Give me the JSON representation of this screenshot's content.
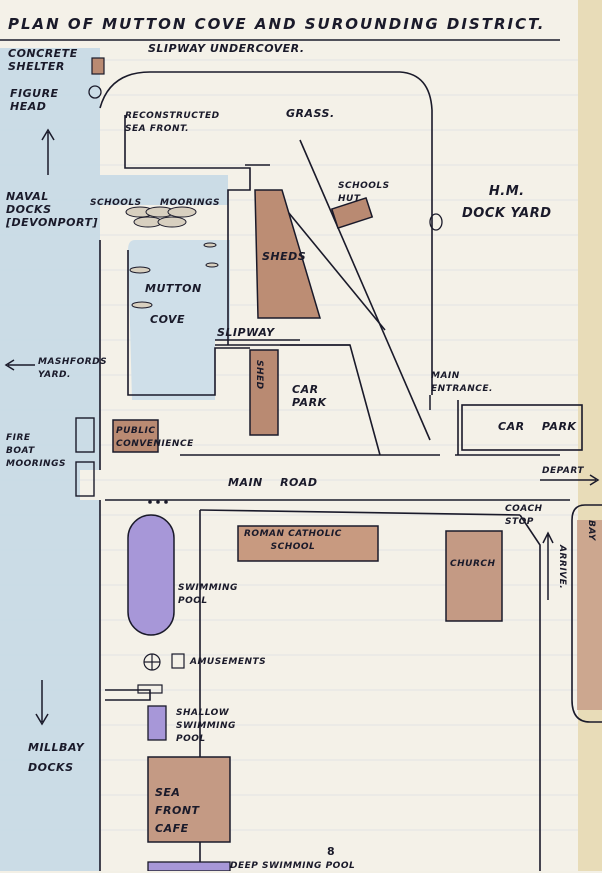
{
  "title": "PLAN OF MUTTON COVE AND SUROUNDING DISTRICT.",
  "page_number": "8",
  "labels": {
    "slipway_undercover": "SLIPWAY UNDERCOVER.",
    "concrete_shelter": "CONCRETE\nSHELTER",
    "figure_head": "FIGURE\nHEAD",
    "reconstructed_sea_front": "RECONSTRUCTED\nSEA FRONT.",
    "grass": "GRASS.",
    "naval_docks": "NAVAL\nDOCKS\n[DEVONPORT]",
    "schools": "SCHOOLS",
    "moorings": "MOORINGS",
    "schools_hut": "SCHOOLS\nHUT",
    "hm_dock_yard": "H.M.\nDOCK YARD",
    "sheds": "SHEDS",
    "mutton": "MUTTON",
    "cove": "COVE",
    "slipway": "SLIPWAY",
    "mashfords_yard": "MASHFORDS\nYARD.",
    "shed": "SHED",
    "car_park_1": "CAR\nPARK",
    "main_entrance": "MAIN\nENTRANCE.",
    "car_park_2": "CAR    PARK",
    "fire_boat_moorings": "FIRE\nBOAT\nMOORINGS",
    "public_convenience": "PUBLIC\nCONVENIENCE",
    "main_road": "MAIN    ROAD",
    "depart": "DEPART",
    "coach_stop": "COACH\nSTOP",
    "roman_catholic_school": "ROMAN CATHOLIC\nSCHOOL",
    "church": "CHURCH",
    "arrive": "ARRIVE.",
    "loading_bay": "LOADING\nBAY",
    "swimming_pool": "SWIMMING\nPOOL",
    "amusements": "AMUSEMENTS",
    "shallow_swimming_pool": "SHALLOW\nSWIMMING\nPOOL",
    "millbay_docks": "MILLBAY\nDOCKS",
    "sea_front_cafe": "SEA\nFRONT\nCAFE",
    "deep_swimming_pool": "DEEP SWIMMING POOL"
  },
  "colors": {
    "paper": "#f3f0e6",
    "water": "#c9dbe6",
    "building_brown": "#b98a72",
    "pool_purple": "#a99ad6",
    "ink": "#1a1a2a"
  }
}
